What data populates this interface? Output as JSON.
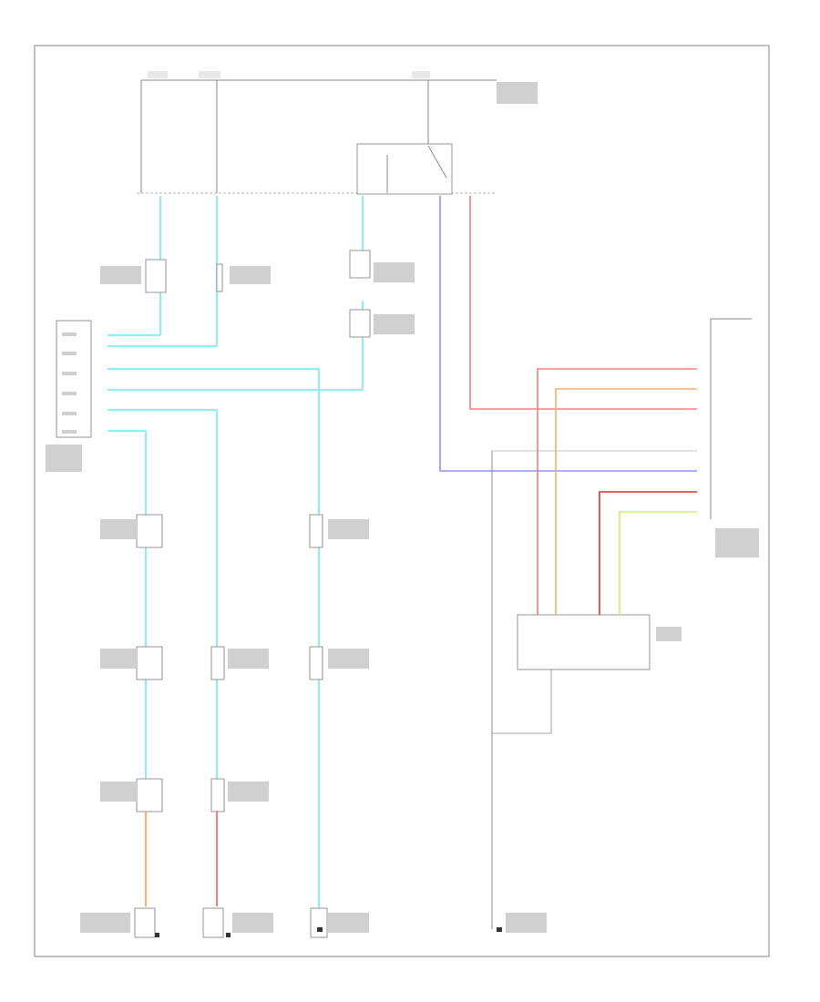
{
  "colors": {
    "frame": "#9a9a9a",
    "wire_black": "#8a8a8a",
    "wire_cyan": "#8ff0f0",
    "wire_red": "#f08080",
    "wire_orange": "#f4b070",
    "wire_blue": "#9090f0",
    "wire_green": "#c8f070",
    "wire_red_brown": "#e04a4a"
  },
  "icons": [
    "ground-symbol",
    "switch-symbol",
    "connector-block"
  ],
  "footer": {
    "page_ref": ""
  }
}
